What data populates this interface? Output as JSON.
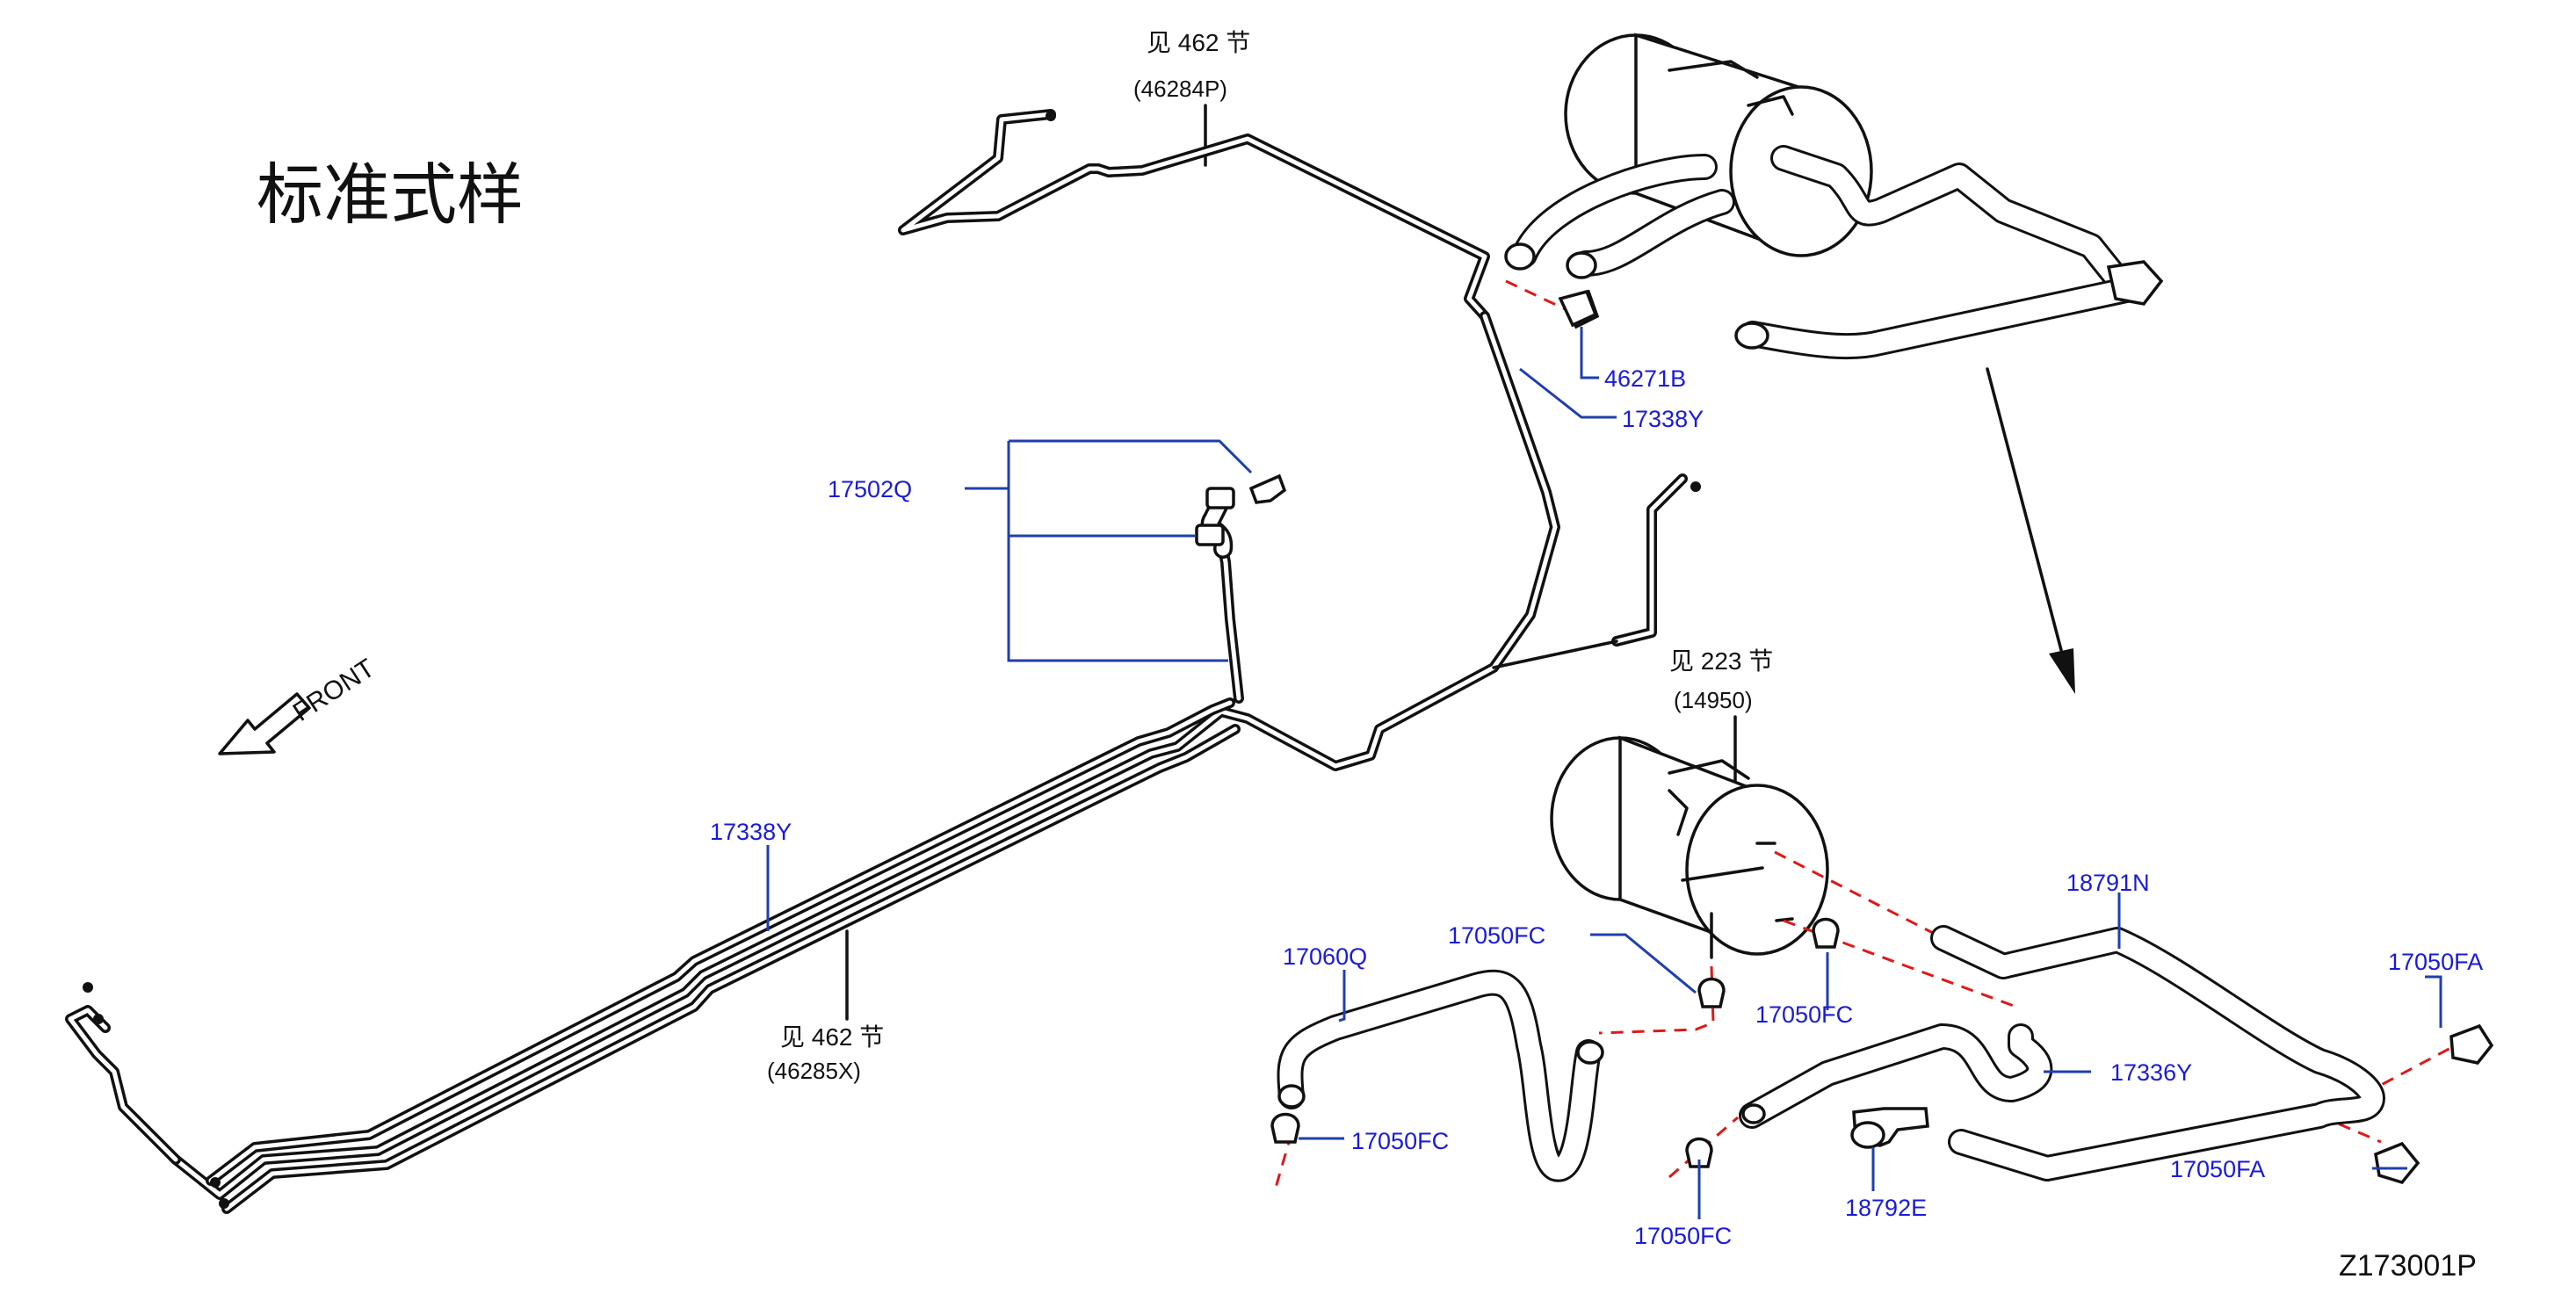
{
  "diagram": {
    "title": "标准式样",
    "front_label": "FRONT",
    "drawing_code": "Z173001P",
    "section_refs": [
      {
        "see": "见 462  节",
        "code": "(46284P)"
      },
      {
        "see": "见 223  节",
        "code": "(14950)"
      },
      {
        "see": "见 462  节",
        "code": "(46285X)"
      }
    ],
    "part_labels": {
      "p46271B": "46271B",
      "p17338Y_top": "17338Y",
      "p17502Q": "17502Q",
      "p17338Y_left": "17338Y",
      "p18791N": "18791N",
      "p17060Q": "17060Q",
      "p17050FC_a": "17050FC",
      "p17050FC_b": "17050FC",
      "p17050FC_c": "17050FC",
      "p17050FC_d": "17050FC",
      "p17050FA_a": "17050FA",
      "p17050FA_b": "17050FA",
      "p17336Y": "17336Y",
      "p18792E": "18792E"
    },
    "colors": {
      "part_number": "#1a1adc",
      "leader": "#1f3fae",
      "dashed_connection": "#e01818",
      "linework": "#111111"
    }
  }
}
